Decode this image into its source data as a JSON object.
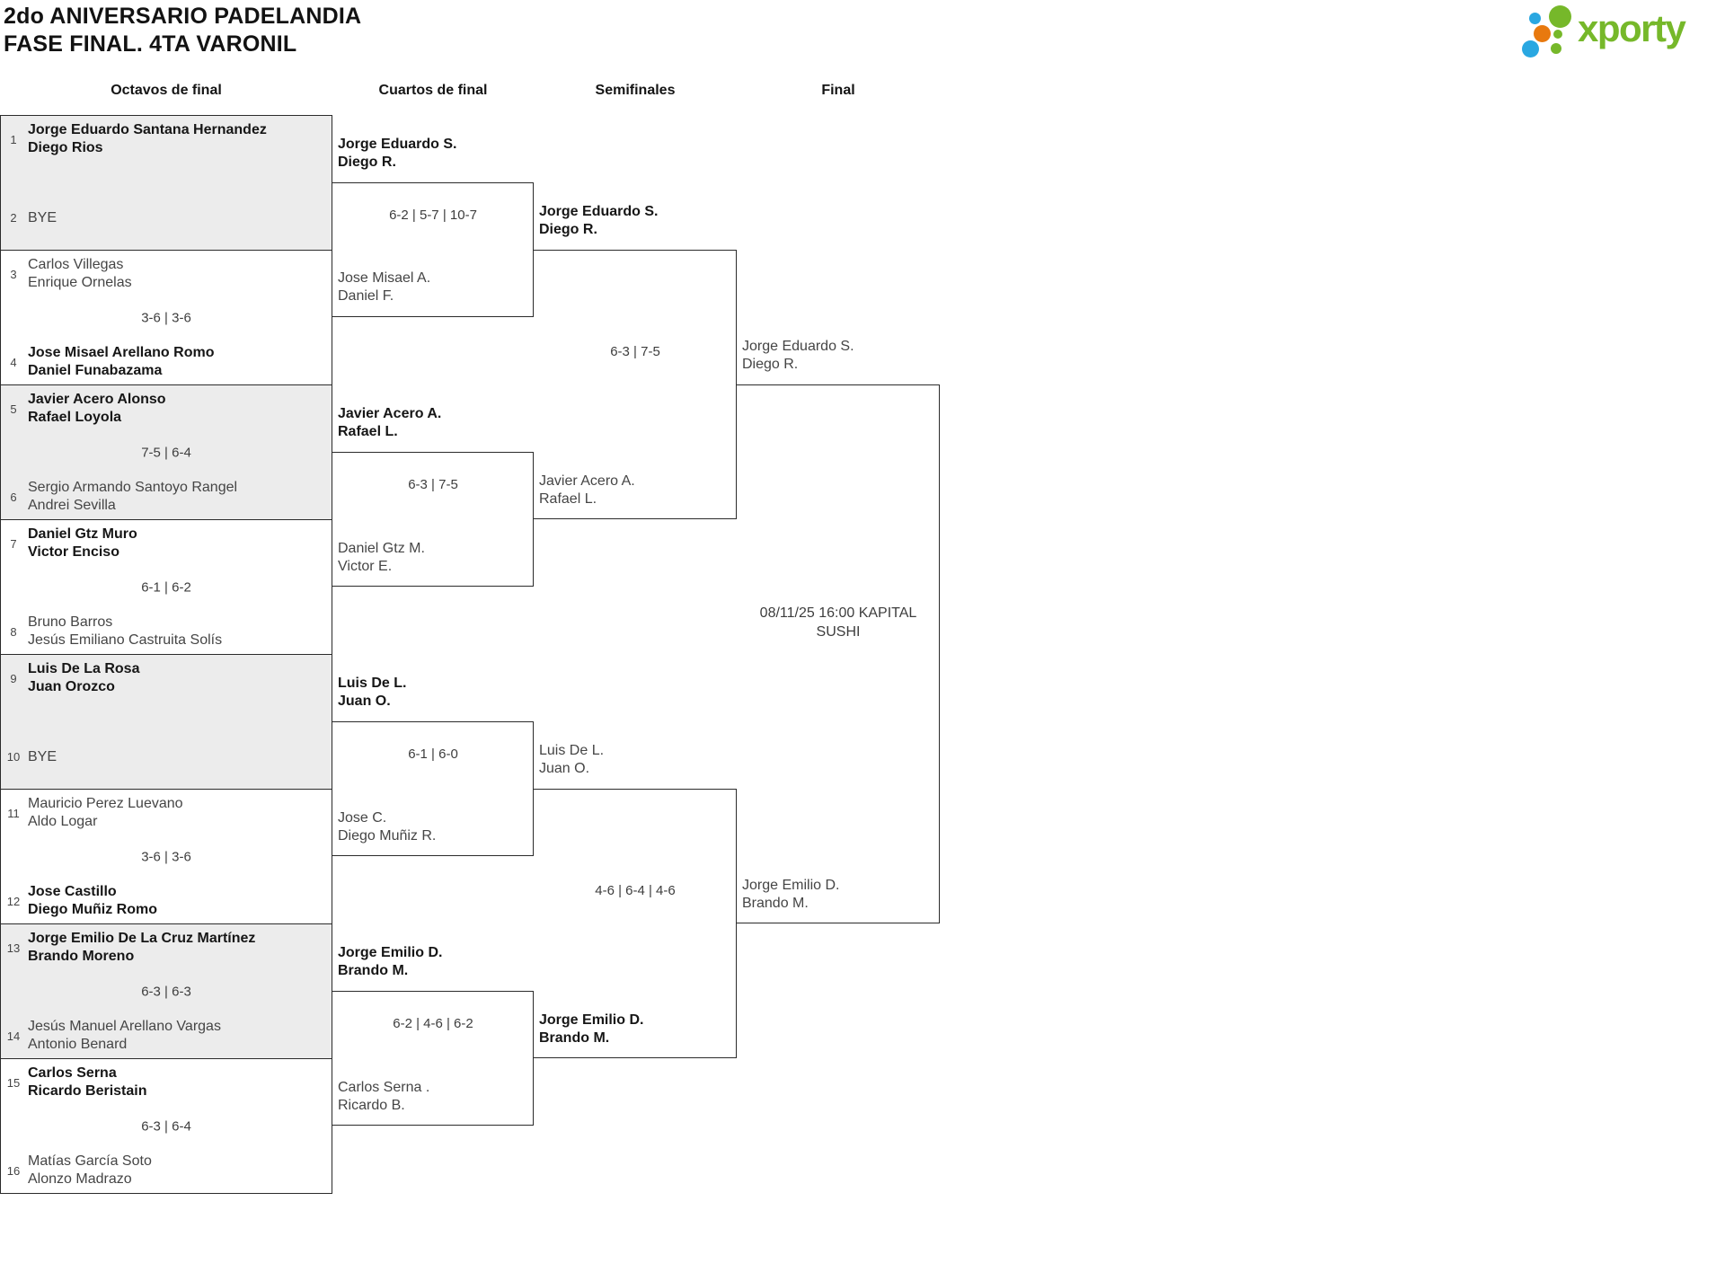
{
  "title": {
    "line1": "2do ANIVERSARIO PADELANDIA",
    "line2": "FASE FINAL. 4TA VARONIL"
  },
  "logo": {
    "text": "xporty",
    "brand_green": "#76b82a",
    "brand_blue": "#29a7e1",
    "brand_orange": "#e8790e"
  },
  "columns": [
    "Octavos de final",
    "Cuartos de final",
    "Semifinales",
    "Final"
  ],
  "bracket": {
    "round_of_16": [
      {
        "seed_top": "1",
        "team_top": [
          "Jorge Eduardo Santana Hernandez",
          "Diego Rios"
        ],
        "score": "",
        "seed_bottom": "2",
        "team_bottom": [
          "BYE",
          ""
        ],
        "winner": "top"
      },
      {
        "seed_top": "3",
        "team_top": [
          "Carlos Villegas",
          "Enrique Ornelas"
        ],
        "score": "3-6 | 3-6",
        "seed_bottom": "4",
        "team_bottom": [
          "Jose Misael Arellano Romo",
          "Daniel Funabazama"
        ],
        "winner": "bottom"
      },
      {
        "seed_top": "5",
        "team_top": [
          "Javier Acero Alonso",
          "Rafael Loyola"
        ],
        "score": "7-5 | 6-4",
        "seed_bottom": "6",
        "team_bottom": [
          "Sergio Armando Santoyo Rangel",
          "Andrei Sevilla"
        ],
        "winner": "top"
      },
      {
        "seed_top": "7",
        "team_top": [
          "Daniel Gtz Muro",
          "Victor Enciso"
        ],
        "score": "6-1 | 6-2",
        "seed_bottom": "8",
        "team_bottom": [
          "Bruno Barros",
          "Jesús Emiliano Castruita Solís"
        ],
        "winner": "top"
      },
      {
        "seed_top": "9",
        "team_top": [
          "Luis De La Rosa",
          "Juan Orozco"
        ],
        "score": "",
        "seed_bottom": "10",
        "team_bottom": [
          "BYE",
          ""
        ],
        "winner": "top"
      },
      {
        "seed_top": "11",
        "team_top": [
          "Mauricio Perez Luevano",
          "Aldo Logar"
        ],
        "score": "3-6 | 3-6",
        "seed_bottom": "12",
        "team_bottom": [
          "Jose Castillo",
          "Diego Muñiz Romo"
        ],
        "winner": "bottom"
      },
      {
        "seed_top": "13",
        "team_top": [
          "Jorge Emilio De La Cruz Martínez",
          "Brando Moreno"
        ],
        "score": "6-3 | 6-3",
        "seed_bottom": "14",
        "team_bottom": [
          "Jesús Manuel Arellano Vargas",
          "Antonio Benard"
        ],
        "winner": "top"
      },
      {
        "seed_top": "15",
        "team_top": [
          "Carlos Serna",
          "Ricardo Beristain"
        ],
        "score": "6-3 | 6-4",
        "seed_bottom": "16",
        "team_bottom": [
          "Matías García Soto",
          "Alonzo Madrazo"
        ],
        "winner": "top"
      }
    ],
    "quarterfinals": [
      {
        "team_top": [
          "Jorge Eduardo S.",
          "Diego R."
        ],
        "score": "6-2 | 5-7 | 10-7",
        "team_bottom": [
          "Jose Misael A.",
          "Daniel F."
        ],
        "winner": "top"
      },
      {
        "team_top": [
          "Javier Acero A.",
          "Rafael L."
        ],
        "score": "6-3 | 7-5",
        "team_bottom": [
          "Daniel Gtz M.",
          "Victor E."
        ],
        "winner": "top"
      },
      {
        "team_top": [
          "Luis De L.",
          "Juan O."
        ],
        "score": "6-1 | 6-0",
        "team_bottom": [
          "Jose C.",
          "Diego Muñiz R."
        ],
        "winner": "top"
      },
      {
        "team_top": [
          "Jorge Emilio D.",
          "Brando M."
        ],
        "score": "6-2 | 4-6 | 6-2",
        "team_bottom": [
          "Carlos Serna .",
          "Ricardo B."
        ],
        "winner": "top"
      }
    ],
    "semifinals": [
      {
        "team_top": [
          "Jorge Eduardo S.",
          "Diego R."
        ],
        "score": "6-3 | 7-5",
        "team_bottom": [
          "Javier Acero A.",
          "Rafael L."
        ],
        "winner": "top"
      },
      {
        "team_top": [
          "Luis De L.",
          "Juan O."
        ],
        "score": "4-6 | 6-4 | 4-6",
        "team_bottom": [
          "Jorge Emilio D.",
          "Brando M."
        ],
        "winner": "bottom"
      }
    ],
    "final": {
      "team_top": [
        "Jorge Eduardo S.",
        "Diego R."
      ],
      "team_bottom": [
        "Jorge Emilio D.",
        "Brando M."
      ],
      "note": "08/11/25 16:00 KAPITAL SUSHI",
      "winner": null
    }
  }
}
